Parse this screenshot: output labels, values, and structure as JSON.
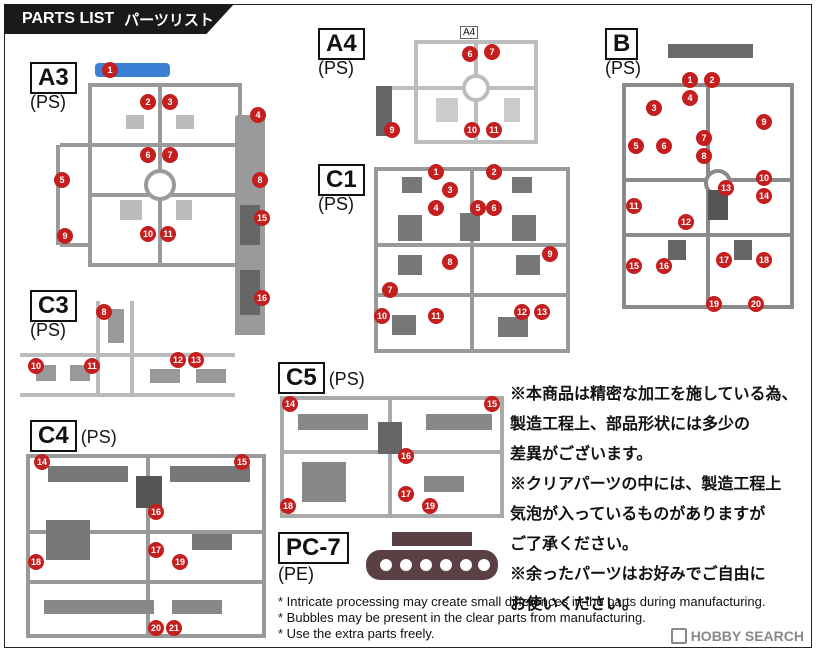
{
  "header": {
    "title": "PARTS LIST",
    "title_jp": "パーツリスト"
  },
  "sprues": [
    {
      "code": "A3",
      "material": "(PS)",
      "tag": "",
      "parts": [
        "1",
        "2",
        "3",
        "4",
        "5",
        "6",
        "7",
        "8",
        "9",
        "10",
        "11",
        "15",
        "16"
      ]
    },
    {
      "code": "A4",
      "material": "(PS)",
      "tag": "A4",
      "parts": [
        "6",
        "7",
        "9",
        "10",
        "11"
      ]
    },
    {
      "code": "B",
      "material": "(PS)",
      "tag": "",
      "parts": [
        "1",
        "2",
        "3",
        "4",
        "5",
        "6",
        "7",
        "8",
        "9",
        "10",
        "11",
        "12",
        "13",
        "14",
        "15",
        "16",
        "17",
        "18",
        "19",
        "20"
      ]
    },
    {
      "code": "C1",
      "material": "(PS)",
      "tag": "",
      "parts": [
        "1",
        "2",
        "3",
        "4",
        "5",
        "6",
        "7",
        "8",
        "9",
        "10",
        "11",
        "12",
        "13"
      ]
    },
    {
      "code": "C3",
      "material": "(PS)",
      "tag": "",
      "parts": [
        "8",
        "10",
        "11",
        "12",
        "13"
      ]
    },
    {
      "code": "C5",
      "material": "(PS)",
      "tag": "",
      "parts": [
        "14",
        "15",
        "16",
        "17",
        "18",
        "19"
      ]
    },
    {
      "code": "C4",
      "material": "(PS)",
      "tag": "",
      "parts": [
        "14",
        "15",
        "16",
        "17",
        "18",
        "19",
        "20",
        "21"
      ]
    },
    {
      "code": "PC-7",
      "material": "(PE)",
      "tag": "",
      "parts": []
    }
  ],
  "notices_jp": [
    "※本商品は精密な加工を施している為、",
    "製造工程上、部品形状には多少の",
    "差異がございます。",
    "※クリアパーツの中には、製造工程上",
    "気泡が入っているものがありますが",
    "ご了承ください。",
    "※余ったパーツはお好みでご自由に",
    "お使いください。"
  ],
  "notices_en": [
    "* Intricate processing may create small differences in the parts during manufacturing.",
    "* Bubbles may be present in the clear parts from manufacturing.",
    "* Use the extra parts freely."
  ],
  "watermark": "HOBBY SEARCH",
  "colors": {
    "sprue": "#8a8a8a",
    "sprue_light": "#c9c9c9",
    "badge": "#c41e1e",
    "clear_blue": "#3b7fd6",
    "header": "#1a1a1a"
  },
  "icons": [
    "runner-frame-icon",
    "part-number-badge-icon",
    "watermark-logo-icon"
  ]
}
